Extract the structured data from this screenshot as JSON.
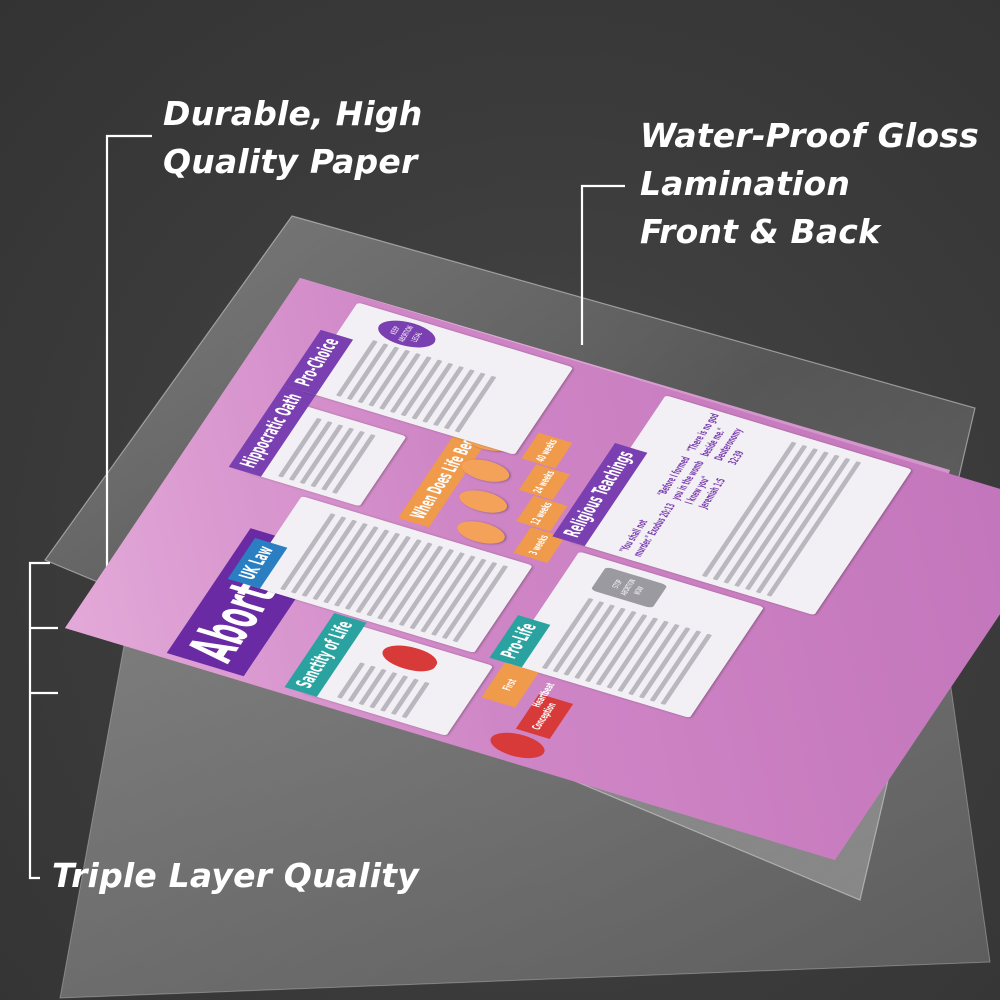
{
  "callouts": {
    "paper": [
      "Durable, High",
      "Quality Paper"
    ],
    "lamination": [
      "Water-Proof Gloss",
      "Lamination",
      "Front & Back"
    ],
    "triple": "Triple Layer Quality"
  },
  "poster": {
    "title": "Abortion",
    "sections": {
      "sanctity": "Sanctity of Life",
      "uk_law": "UK Law",
      "hippocratic": "Hippocratic Oath",
      "life_begin": "When Does Life Begin?",
      "pro_choice": "Pro-Choice",
      "pro_life": "Pro-Life",
      "religious": "Religious Teachings"
    },
    "badges": {
      "keep_legal": "KEEP ABORTION LEGAL",
      "stop": "STOP ABORTION NOW"
    },
    "timeline": [
      "Conception",
      "First Heartbeat",
      "3 weeks",
      "12 weeks",
      "24 weeks",
      "40 weeks"
    ],
    "quotes": {
      "exodus": "\"You shall not murder.\" Exodus 20:13",
      "jeremiah": "\"Before I formed you in the womb I knew you\" Jeremiah 1:5",
      "deuteronomy": "\"There is no god beside me.\" Deuteronomy 32:39"
    }
  },
  "colors": {
    "background": "#3b3b3b",
    "poster_purple": "#c274ba",
    "title_band": "#6a2aa4",
    "accent_orange": "#f09a4c",
    "panel_teal": "#2aa3a0",
    "panel_red": "#d83a3a"
  }
}
